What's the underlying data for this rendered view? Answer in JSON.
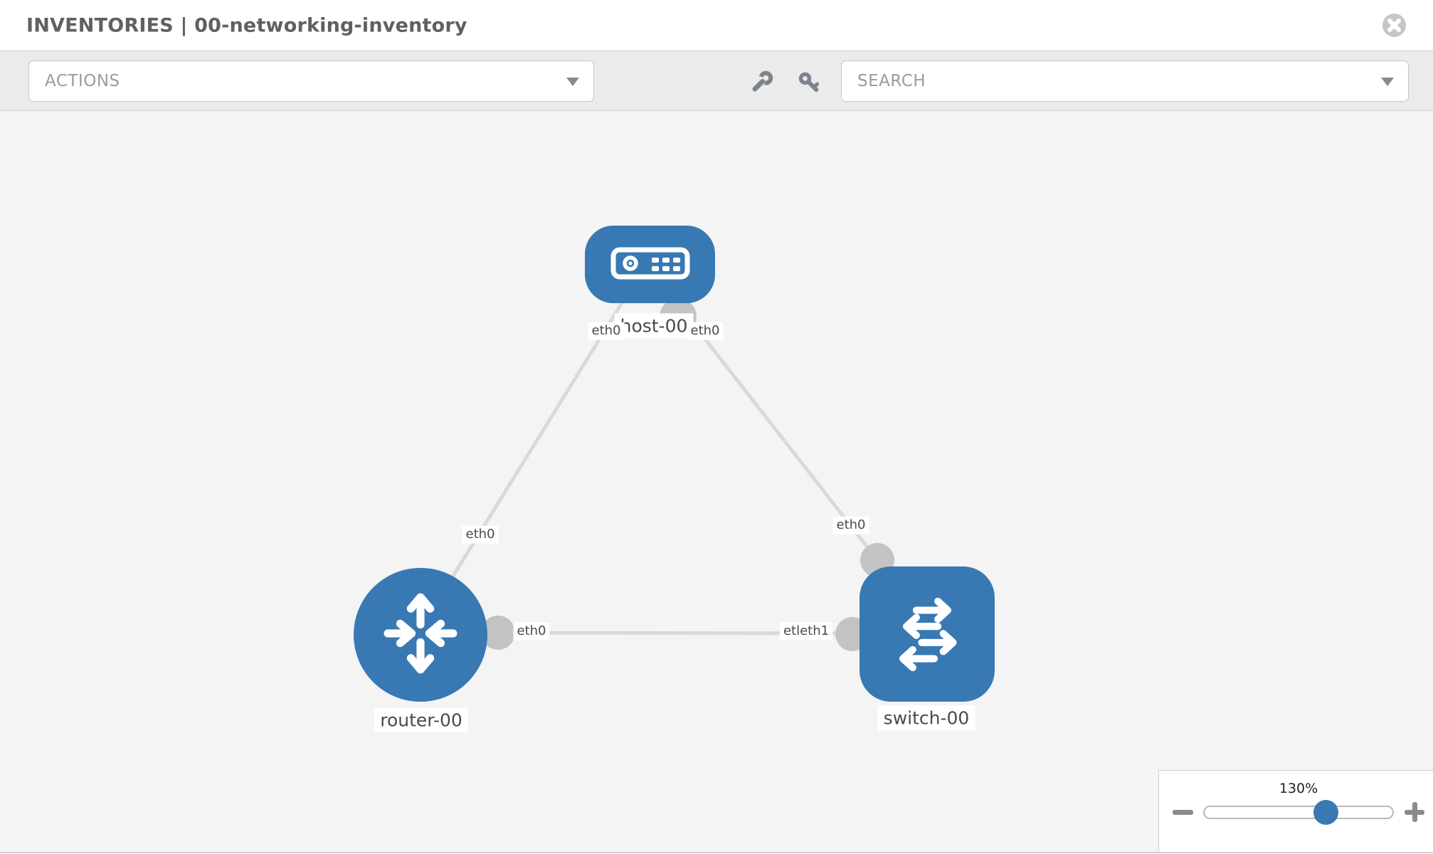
{
  "header": {
    "title": "INVENTORIES | 00-networking-inventory"
  },
  "toolbar": {
    "actions_label": "ACTIONS",
    "search_placeholder": "SEARCH",
    "icons": [
      "wrench-icon",
      "key-icon"
    ]
  },
  "topology": {
    "nodes": [
      {
        "name": "host-00",
        "type": "host"
      },
      {
        "name": "router-00",
        "type": "router"
      },
      {
        "name": "switch-00",
        "type": "switch"
      }
    ],
    "edges": [
      {
        "from": "host-00",
        "to": "router-00",
        "from_interface": "eth0",
        "to_interface": "eth0"
      },
      {
        "from": "host-00",
        "to": "switch-00",
        "from_interface": "eth0",
        "to_interface": "eth0"
      },
      {
        "from": "router-00",
        "to": "switch-00",
        "from_interface": "eth0",
        "to_interface": "etleth1"
      }
    ]
  },
  "zoom": {
    "level": "130%"
  },
  "colors": {
    "node_blue": "#3879b4",
    "edge_gray": "#d9d9d9",
    "port_gray": "#c3c3c3",
    "canvas_bg": "#f4f4f4",
    "toolbar_bg": "#ebebeb",
    "accent": "#3879b4"
  }
}
